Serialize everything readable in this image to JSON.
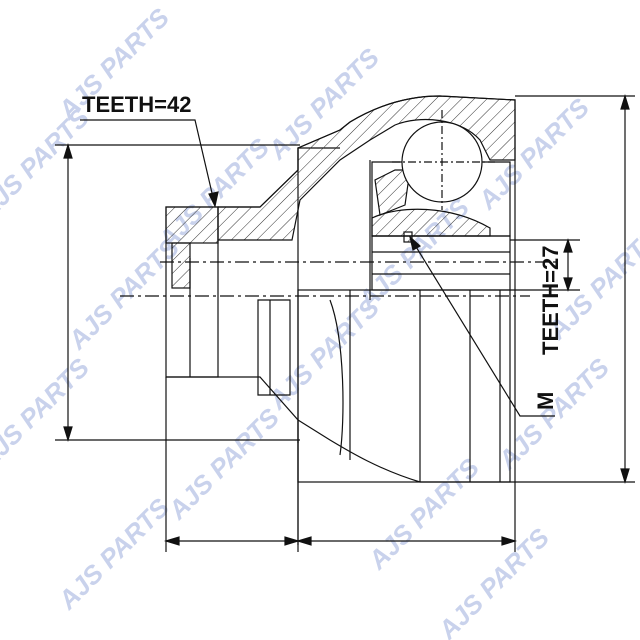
{
  "watermark": {
    "text": "AJS PARTS",
    "color": "#c9d2ec"
  },
  "annotations": {
    "outer_spline": "TEETH=42",
    "inner_spline": "TEETH=27",
    "thread": "M"
  },
  "colors": {
    "line": "#111111",
    "hatch": "#333333",
    "background": "#ffffff"
  }
}
